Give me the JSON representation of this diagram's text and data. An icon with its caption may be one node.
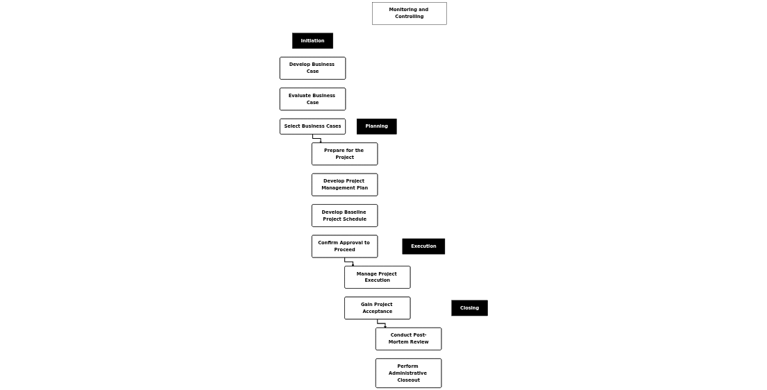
{
  "diagram": {
    "nodes": [
      {
        "text": [
          "Monitoring and Controlling"
        ]
      },
      {
        "text": [
          "Initiation"
        ]
      },
      {
        "text": [
          "Planning"
        ]
      },
      {
        "text": [
          "Execution"
        ]
      },
      {
        "text": [
          "Closing"
        ]
      },
      {
        "text": [
          "Develop Business Case"
        ]
      },
      {
        "text": [
          "Evaluate Business Case"
        ]
      },
      {
        "text": [
          "Select Business Cases"
        ]
      },
      {
        "text": [
          "Prepare for the Project"
        ]
      },
      {
        "text": [
          "Develop Project Management Plan"
        ]
      },
      {
        "text": [
          "Develop Baseline Project Schedule"
        ]
      },
      {
        "text": [
          "Confirm Approval to Proceed"
        ]
      },
      {
        "text": [
          "Manage Project Execution"
        ]
      },
      {
        "text": [
          "Gain Project Acceptance"
        ]
      },
      {
        "text": [
          "Conduct Post-Mortem Review"
        ]
      },
      {
        "text": [
          "Perform Administrative Closeout"
        ]
      }
    ],
    "edges": [
      {
        "from": 7,
        "to": 8,
        "arrow": "to"
      },
      {
        "from": 11,
        "to": 12,
        "arrow": "to"
      },
      {
        "from": 13,
        "to": 14,
        "arrow": "to"
      }
    ]
  }
}
